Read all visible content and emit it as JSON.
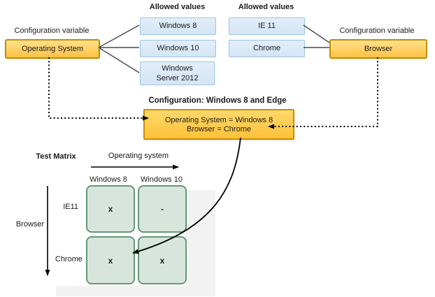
{
  "os_group": {
    "variable_label": "Configuration variable",
    "variable_name": "Operating System",
    "allowed_values_header": "Allowed values",
    "values": [
      "Windows 8",
      "Windows 10",
      "Windows Server 2012"
    ]
  },
  "browser_group": {
    "variable_label": "Configuration variable",
    "variable_name": "Browser",
    "allowed_values_header": "Allowed values",
    "values": [
      "IE 11",
      "Chrome"
    ]
  },
  "configuration": {
    "title": "Configuration: Windows 8 and Edge",
    "assignments": [
      "Operating System = Windows 8",
      "Browser = Chrome"
    ]
  },
  "test_matrix": {
    "title": "Test Matrix",
    "x_axis": "Operating system",
    "y_axis": "Browser",
    "columns": [
      "Windows 8",
      "Windows 10"
    ],
    "rows": [
      "IE11",
      "Chrome"
    ],
    "cells": [
      [
        "x",
        "-"
      ],
      [
        "x",
        "x"
      ]
    ]
  },
  "colors": {
    "variable_box_fill": "#FFC342",
    "variable_box_border": "#BF9000",
    "value_box_fill": "#DEEAF6",
    "value_box_border": "#9DC3E6",
    "matrix_cell_fill": "#D8E5DC",
    "matrix_cell_border": "#649879",
    "connector_line": "#4A4A4A",
    "arrow": "#000000",
    "panel_shadow": "#F2F2F2"
  }
}
